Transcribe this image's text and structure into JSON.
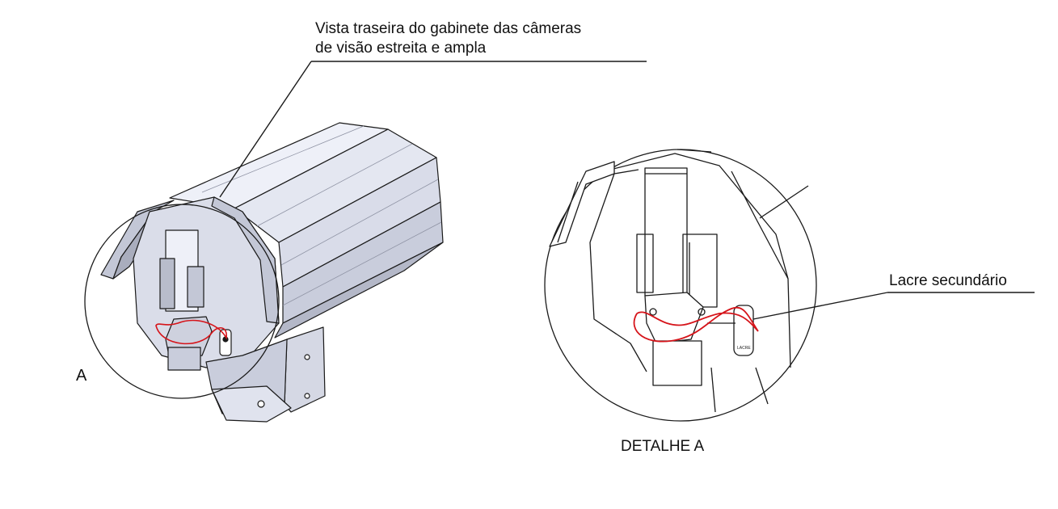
{
  "callout_main": {
    "line1": "Vista traseira do gabinete das câmeras",
    "line2": "de visão estreita e ampla"
  },
  "label_a": "A",
  "label_detail": "DETALHE A",
  "label_seal": "Lacre secundário",
  "colors": {
    "outline": "#1a1a1a",
    "housing_light": "#eef0f8",
    "housing_mid": "#d6d9e6",
    "housing_dark": "#a9adbd",
    "seal_wire": "#d6141a"
  }
}
